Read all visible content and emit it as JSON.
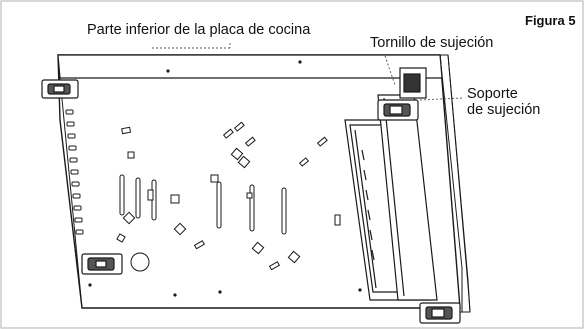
{
  "figure": {
    "label": "Figura 5",
    "callouts": {
      "bottom_label": "Parte inferior de la placa de cocina",
      "screw_label": "Tornillo de sujeción",
      "support_line1": "Soporte",
      "support_line2": "de sujeción"
    }
  },
  "colors": {
    "stroke": "#1a1a1a",
    "frame": "#bdbdbd",
    "background": "#ffffff"
  }
}
